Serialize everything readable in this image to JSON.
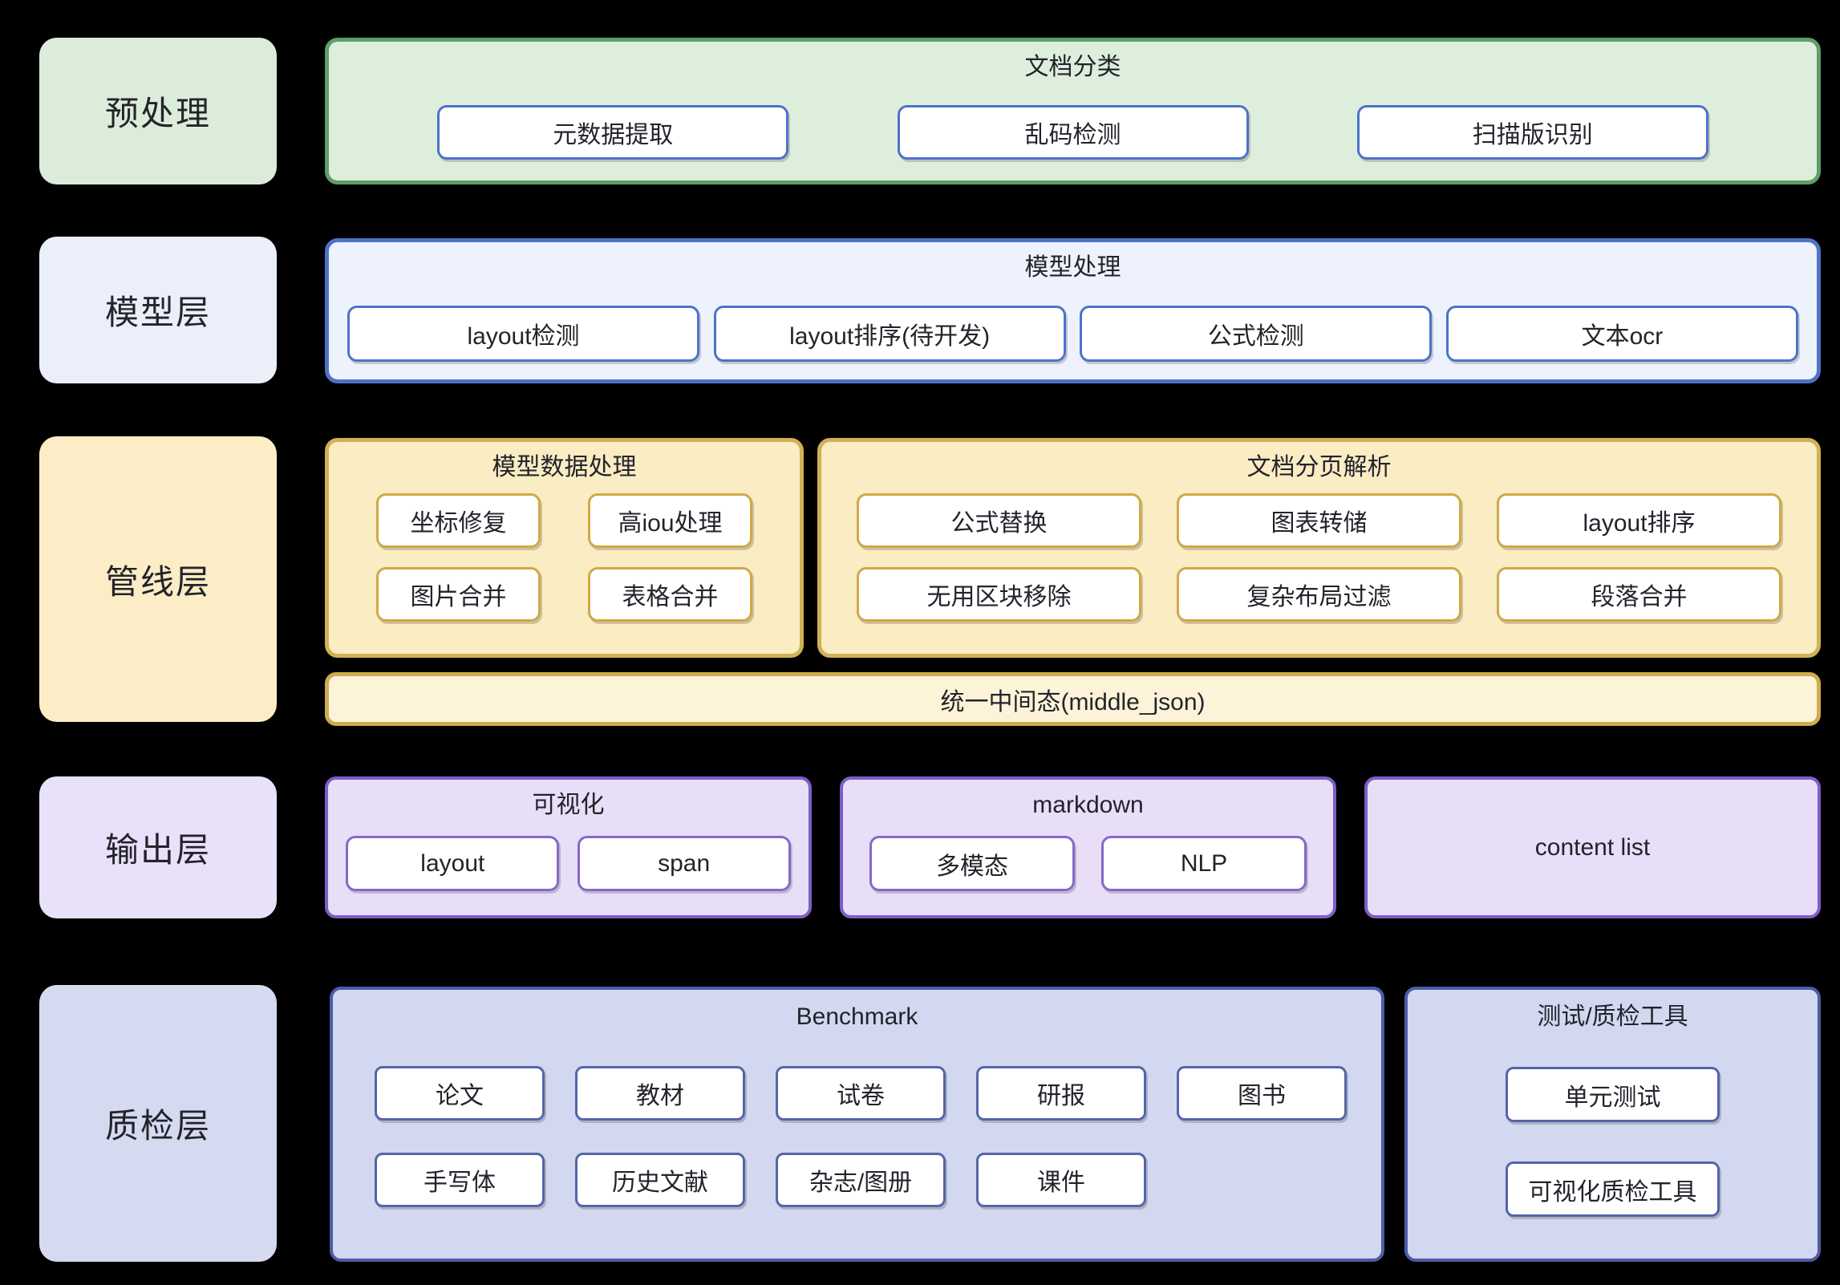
{
  "layers": [
    {
      "name": "预处理",
      "groups": [
        {
          "title": "文档分类",
          "boxes": [
            "元数据提取",
            "乱码检测",
            "扫描版识别"
          ]
        }
      ]
    },
    {
      "name": "模型层",
      "groups": [
        {
          "title": "模型处理",
          "boxes": [
            "layout检测",
            "layout排序(待开发)",
            "公式检测",
            "文本ocr"
          ]
        }
      ]
    },
    {
      "name": "管线层",
      "groups": [
        {
          "title": "模型数据处理",
          "boxes": [
            "坐标修复",
            "高iou处理",
            "图片合并",
            "表格合并"
          ]
        },
        {
          "title": "文档分页解析",
          "boxes": [
            "公式替换",
            "图表转储",
            "layout排序",
            "无用区块移除",
            "复杂布局过滤",
            "段落合并"
          ]
        }
      ],
      "bar": "统一中间态(middle_json)"
    },
    {
      "name": "输出层",
      "groups": [
        {
          "title": "可视化",
          "boxes": [
            "layout",
            "span"
          ]
        },
        {
          "title": "markdown",
          "boxes": [
            "多模态",
            "NLP"
          ]
        },
        {
          "title": "content list",
          "boxes": []
        }
      ]
    },
    {
      "name": "质检层",
      "groups": [
        {
          "title": "Benchmark",
          "boxes": [
            "论文",
            "教材",
            "试卷",
            "研报",
            "图书",
            "手写体",
            "历史文献",
            "杂志/图册",
            "课件"
          ]
        },
        {
          "title": "测试/质检工具",
          "boxes": [
            "单元测试",
            "可视化质检工具"
          ]
        }
      ]
    }
  ],
  "colors": {
    "background": "#000000",
    "text": "#23232b",
    "green_fill": "#ddeedd",
    "green_border": "#5f9e68",
    "blue_fill": "#eef2fc",
    "blue_border": "#4d72c8",
    "yellow_fill": "#faecc3",
    "yellow_border": "#d2b156",
    "yellow_bar_fill": "#fcf3d8",
    "yellow_bar_border": "#cfab4e",
    "purple_fill": "#e8def8",
    "purple_border": "#7d5ec6",
    "periwinkle_fill": "#d2d8ef",
    "periwinkle_border": "#4d5ca6",
    "node_fill": "#ffffff"
  }
}
